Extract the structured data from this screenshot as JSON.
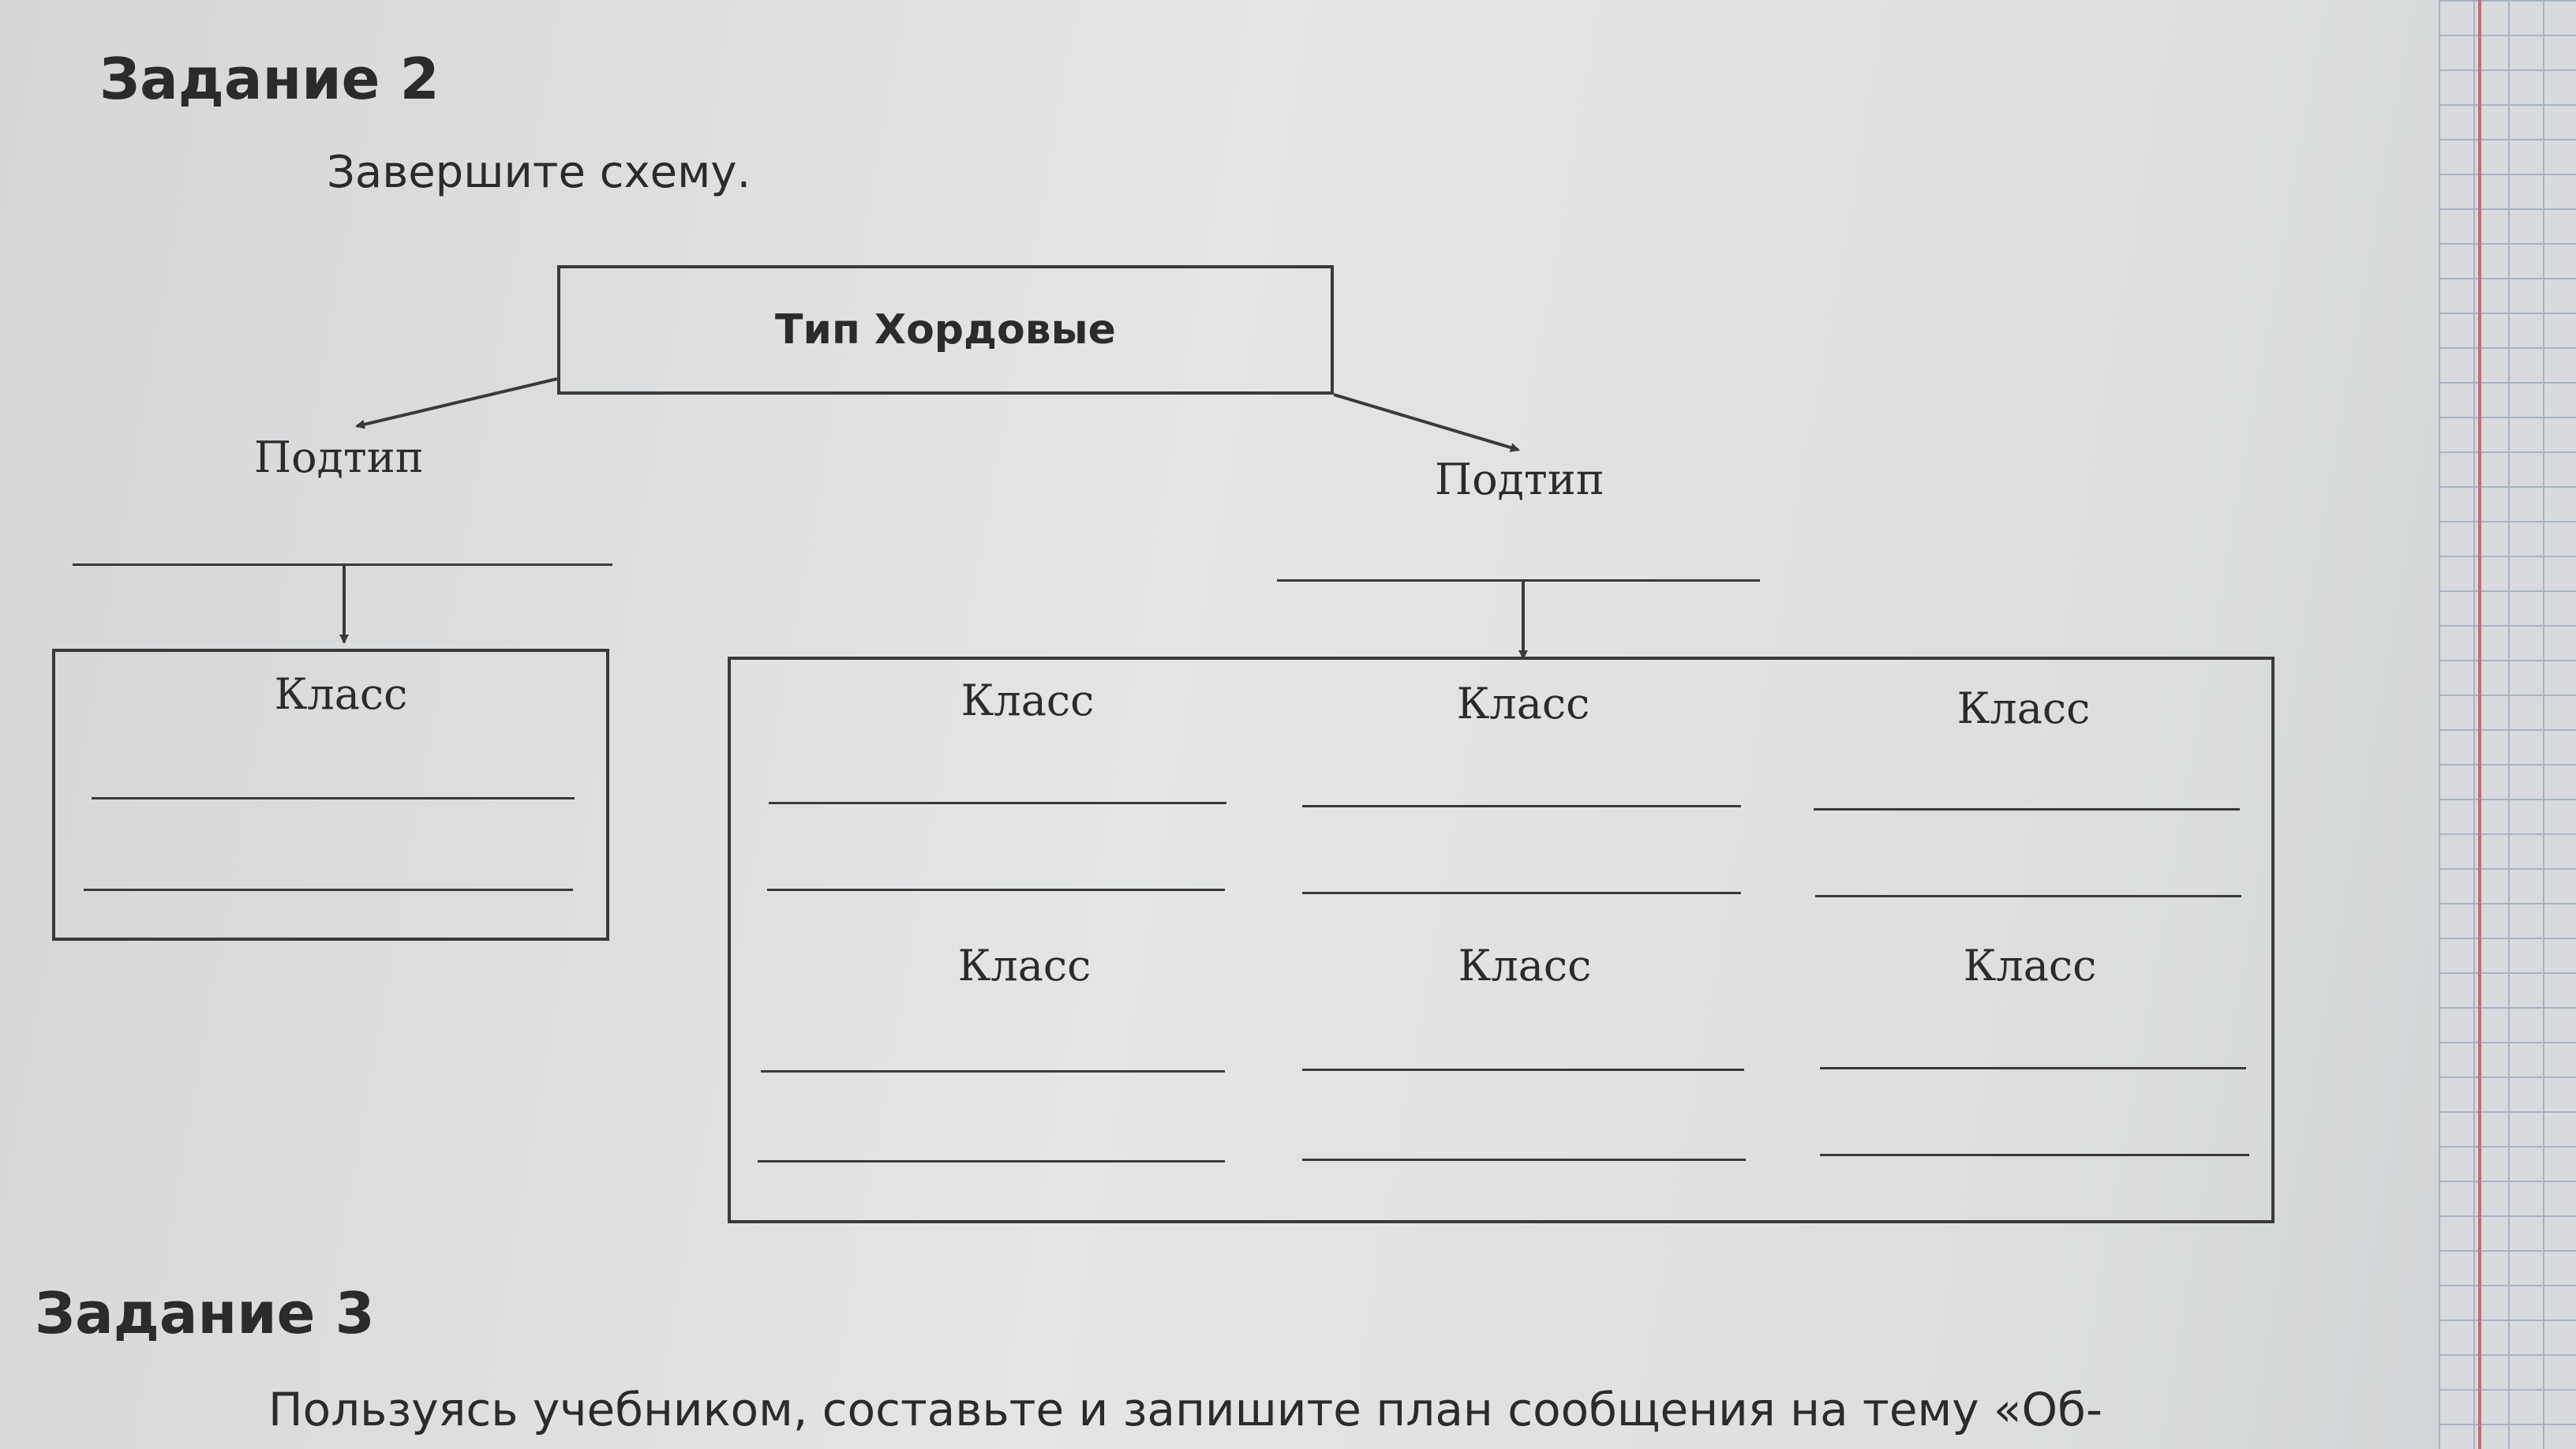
{
  "task2": {
    "heading": "Задание 2",
    "instruction": "Завершите схему.",
    "root_label": "Тип Хордовые",
    "subtype_label": "Подтип",
    "class_label": "Класс"
  },
  "task3": {
    "heading": "Задание 3",
    "text": "Пользуясь учебником, составьте и запишите план сообщения на тему «Об-"
  }
}
